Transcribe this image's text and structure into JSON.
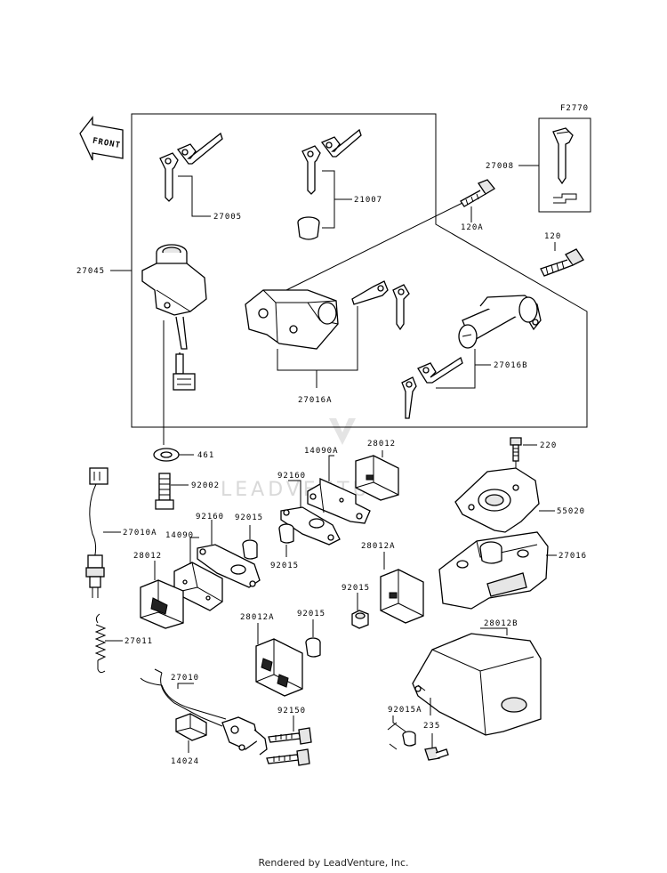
{
  "diagram": {
    "code": "F2770",
    "front_label": "FRONT",
    "watermark": "LEADVENTURE",
    "labels": {
      "p27008": "27008",
      "p27005": "27005",
      "p21007": "21007",
      "p120A": "120A",
      "p120": "120",
      "p27045": "27045",
      "p27016B": "27016B",
      "p27016A": "27016A",
      "p461": "461",
      "p14090A": "14090A",
      "p28012_top": "28012",
      "p220": "220",
      "p92002": "92002",
      "p92160_a": "92160",
      "p27010A": "27010A",
      "p92160_b": "92160",
      "p92015_a": "92015",
      "p14090": "14090",
      "p92015_b": "92015",
      "p28012_left": "28012",
      "p28012A_right": "28012A",
      "p55020": "55020",
      "p27016": "27016",
      "p92015_c": "92015",
      "p92015_d": "92015",
      "p28012A_mid": "28012A",
      "p27011": "27011",
      "p28012B": "28012B",
      "p27010": "27010",
      "p92015A": "92015A",
      "p92150": "92150",
      "p235": "235",
      "p14024": "14024"
    }
  },
  "footer": "Rendered by LeadVenture, Inc."
}
